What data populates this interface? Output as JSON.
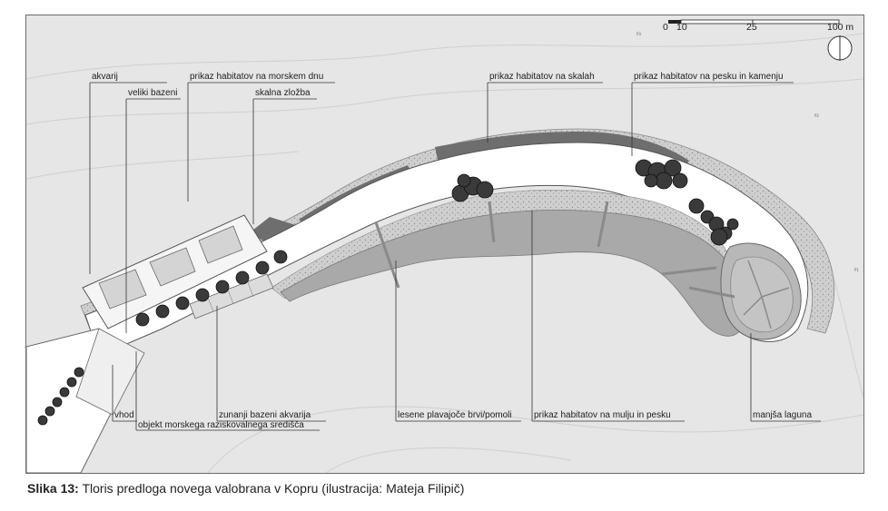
{
  "labels": {
    "akvarij": "akvarij",
    "veliki_bazeni": "veliki bazeni",
    "prikaz_morsko_dno": "prikaz habitatov na morskem dnu",
    "skalna_zlozba": "skalna zložba",
    "prikaz_skale": "prikaz habitatov na skalah",
    "prikaz_pesek_kamenje": "prikaz habitatov na pesku in kamenju",
    "vhod": "vhod",
    "objekt": "objekt morskega raziskovalnega središča",
    "zunanji_bazeni": "zunanji bazeni akvarija",
    "lesene_brvi": "lesene plavajoče brvi/pomoli",
    "prikaz_mulj_pesek": "prikaz habitatov na mulju in pesku",
    "manjsa_laguna": "manjša laguna"
  },
  "scale_bar": {
    "ticks": [
      "0",
      "10",
      "25",
      "100 m"
    ]
  },
  "markers": {
    "p2": "P2",
    "p1": "P1",
    "p3": "P3"
  },
  "caption": {
    "prefix": "Slika 13:",
    "text": " Tloris predloga novega valobrana v Kopru (ilustracija: Mateja Filipič)"
  },
  "colors": {
    "background": "#e6e6e6",
    "walkway": "#ffffff",
    "gravel": "#c9c9c9",
    "dark_habitat": "#6e6e6e",
    "lagoon_water": "#a9a9a9",
    "boulders": "#3a3a3a"
  }
}
